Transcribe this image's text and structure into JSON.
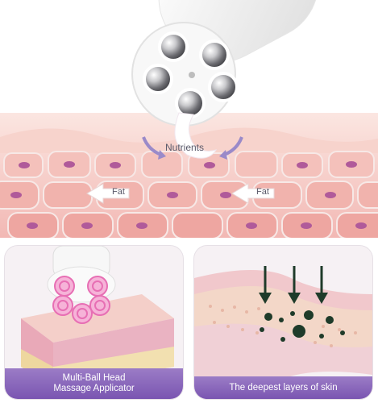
{
  "top": {
    "nutrients_label": "Nutrients",
    "fat_left_label": "Fat",
    "fat_right_label": "Fat"
  },
  "panel_left": {
    "caption_line1": "Multi-Ball Head",
    "caption_line2": "Massage Applicator"
  },
  "panel_right": {
    "caption": "The deepest layers of skin"
  },
  "colors": {
    "skin_pink": "#f5c6c2",
    "cell_nucleus": "#b05a9a",
    "caption_purple": "#8a68bd",
    "arrow_green": "#1f3b2a"
  }
}
